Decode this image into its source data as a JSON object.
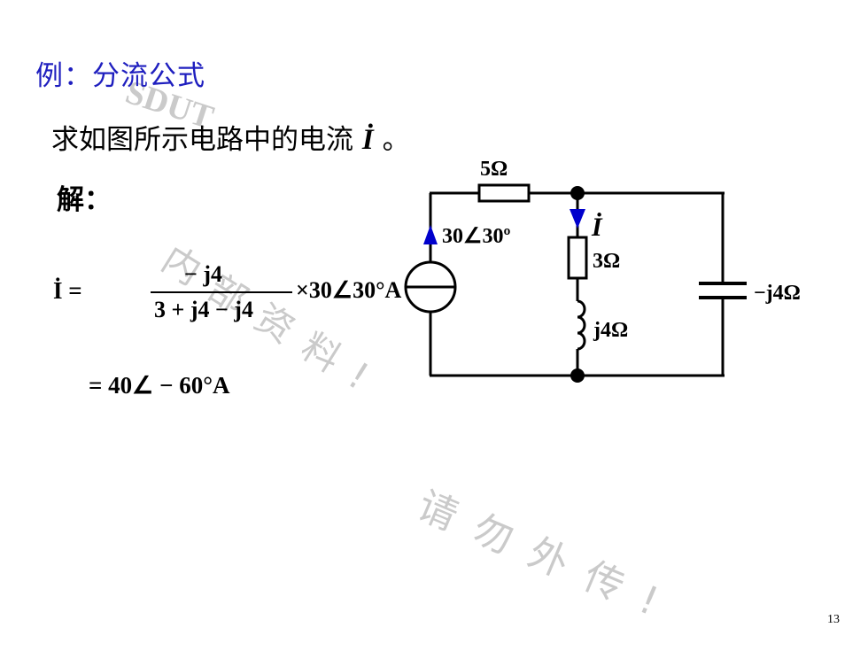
{
  "slide": {
    "heading": "例：分流公式",
    "question_text": "求如图所示电路中的电流",
    "question_var": "İ",
    "question_end": " 。",
    "solution_label": "解：",
    "page_number": "13"
  },
  "formula": {
    "lhs": "İ =",
    "numerator": "− j4",
    "denominator": "3 + j4 − j4",
    "multiplier": "×30∠30°A",
    "result": "= 40∠ − 60°A"
  },
  "circuit": {
    "r_top": "5Ω",
    "source_label": "30∠30º",
    "current_label": "İ",
    "r_mid": "3Ω",
    "inductor_label": "j4Ω",
    "capacitor_label": "−j4Ω"
  },
  "watermarks": {
    "brand": "SDUT",
    "internal": "内部资料!",
    "warning": "请勿外传!"
  },
  "colors": {
    "heading": "#1f1fbf",
    "arrow": "#0000cc",
    "watermark": "#a8a8a8"
  }
}
